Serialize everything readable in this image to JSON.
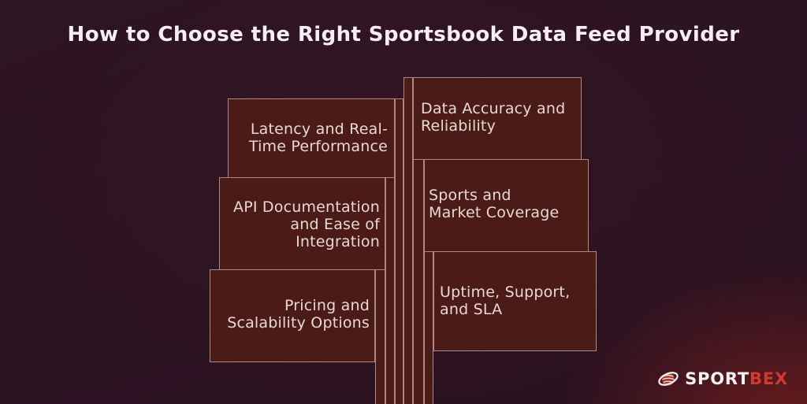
{
  "title": "How to Choose the Right Sportsbook Data Feed Provider",
  "boxes": [
    {
      "id": "data-accuracy",
      "lines": [
        "Data Accuracy and",
        "Reliability"
      ]
    },
    {
      "id": "latency",
      "lines": [
        "Latency and Real-",
        "Time Performance"
      ]
    },
    {
      "id": "sports-coverage",
      "lines": [
        "Sports and",
        "Market Coverage"
      ]
    },
    {
      "id": "api-docs",
      "lines": [
        "API Documentation",
        "and Ease of",
        "Integration"
      ]
    },
    {
      "id": "uptime-sla",
      "lines": [
        "Uptime, Support,",
        "and SLA"
      ]
    },
    {
      "id": "pricing",
      "lines": [
        "Pricing and",
        "Scalability Options"
      ]
    }
  ],
  "logo": {
    "text_primary": "SPORT",
    "text_accent": "BEX",
    "icon": "globe-swoosh-icon"
  },
  "colors": {
    "background_top": "#2e1523",
    "background_bottom": "#29101f",
    "glow_red": "rgba(140,35,27,0.6)",
    "box_fill": "#4b1b17",
    "box_border": "rgba(211,180,174,0.72)",
    "text_light": "#e9d8d4",
    "title_color": "#f7eef3",
    "logo_red": "#cf3a31",
    "logo_white": "#f5f2f4"
  }
}
